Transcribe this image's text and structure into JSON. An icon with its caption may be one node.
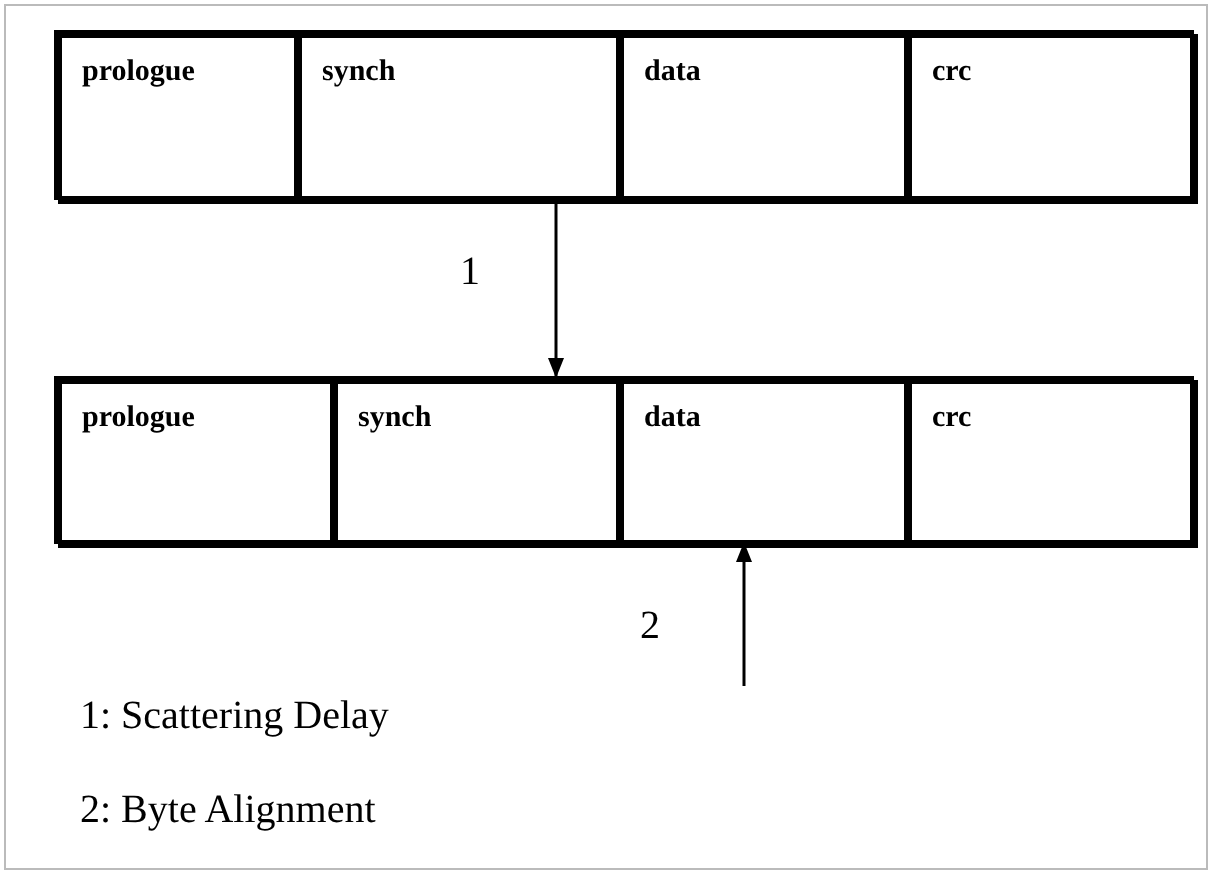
{
  "diagram": {
    "nodes": [
      {
        "text": [],
        "shape": "box"
      },
      {
        "text": [
          "prologue"
        ],
        "in": 0
      },
      {
        "text": [
          "synch"
        ],
        "in": 0
      },
      {
        "text": [
          "data"
        ],
        "in": 0
      },
      {
        "text": [
          "crc"
        ],
        "in": 0
      },
      {
        "text": [],
        "shape": "box"
      },
      {
        "text": [
          "prologue"
        ],
        "in": 5
      },
      {
        "text": [
          "synch"
        ],
        "in": 5
      },
      {
        "text": [
          "data"
        ],
        "in": 5
      },
      {
        "text": [
          "crc"
        ],
        "in": 5
      }
    ],
    "edges": [
      {
        "from": 2,
        "to": 7,
        "arrow": "to",
        "label": "1"
      },
      {
        "from": null,
        "to": 8,
        "arrow": "to",
        "label": "2"
      }
    ],
    "labels": [
      "1: Scattering Delay",
      "2: Byte Alignment"
    ]
  }
}
